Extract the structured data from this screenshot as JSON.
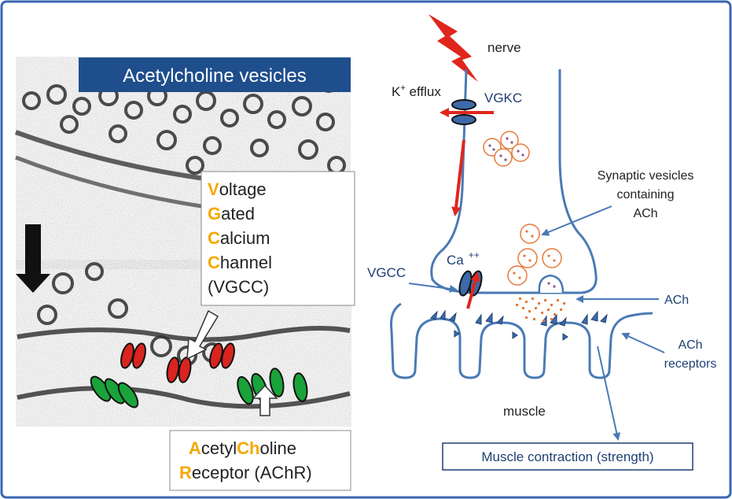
{
  "left_panel": {
    "banner": "Acetylcholine vesicles",
    "vgcc_label": {
      "line1": {
        "initial": "V",
        "rest": "oltage"
      },
      "line2": {
        "initial": "G",
        "rest": "ated"
      },
      "line3": {
        "initial": "C",
        "rest": "alcium"
      },
      "line4": {
        "initial": "C",
        "rest": "hannel"
      },
      "line5": "(VGCC)"
    },
    "achr_label": {
      "line1": {
        "p1": "A",
        "p2": "cetyl",
        "p3": "Ch",
        "p4": "oline"
      },
      "line2": {
        "initial": "R",
        "rest": "eceptor (AChR)"
      }
    }
  },
  "right_panel": {
    "nerve": "nerve",
    "k_efflux": {
      "base": "K",
      "sup": "+",
      "rest": " efflux"
    },
    "vgkc": "VGKC",
    "synaptic_vesicles": [
      "Synaptic vesicles",
      "containing",
      "ACh"
    ],
    "vgcc": "VGCC",
    "ca": {
      "base": "Ca",
      "sup": "++"
    },
    "ach": "ACh",
    "ach_receptors": [
      "ACh",
      "receptors"
    ],
    "muscle": "muscle",
    "outcome": "Muscle contraction (strength)"
  },
  "colors": {
    "frame": "#3a66b3",
    "banner": "#1f4e8c",
    "membrane": "#4a7ab5",
    "label_text": "#1f3f73",
    "accent_orange": "#f5a800",
    "vesicle_orange": "#e67a3c",
    "red_arrow": "#e0261c",
    "vgcc_red": "#d9241f",
    "achr_green": "#1aa33a"
  }
}
